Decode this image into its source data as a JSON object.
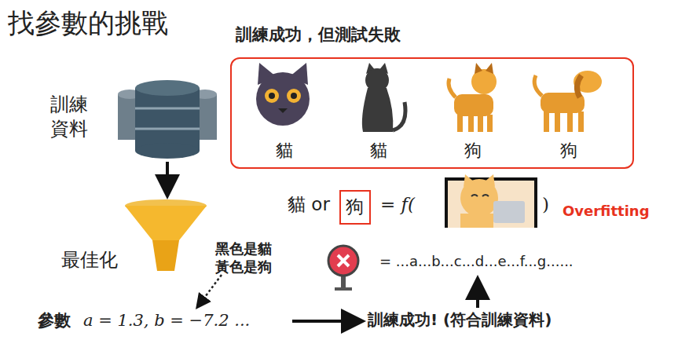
{
  "diagram": {
    "title": "找參數的挑戰",
    "nodes": [
      {
        "text": [
          "貓",
          "貓",
          "狗",
          "狗"
        ]
      },
      {
        "text": [
          "狗"
        ]
      }
    ],
    "labels": [
      "訓練成功，但測試失敗",
      "訓練資料",
      "最佳化",
      "黑色是貓 黃色是狗",
      "參數",
      "a = 1.3, b = −7.2 ...",
      "貓 or",
      "= f(",
      ")",
      "Overfitting",
      "= ...a...b...c...d...e...f...g......",
      "訓練成功! (符合訓練資料)"
    ]
  }
}
